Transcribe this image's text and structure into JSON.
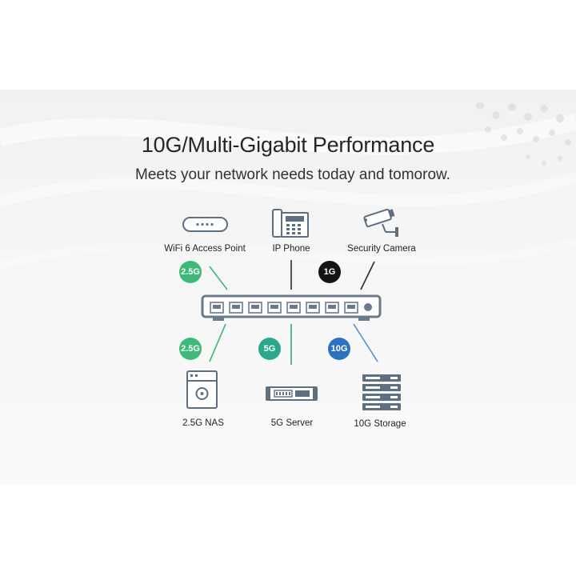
{
  "title": "10G/Multi-Gigabit Performance",
  "subtitle": "Meets your network needs today and tomorow.",
  "devices_top": [
    {
      "label": "WiFi 6 Access Point",
      "icon": "access-point-icon"
    },
    {
      "label": "IP Phone",
      "icon": "ip-phone-icon"
    },
    {
      "label": "Security Camera",
      "icon": "security-camera-icon"
    }
  ],
  "devices_bottom": [
    {
      "label": "2.5G NAS",
      "icon": "nas-icon"
    },
    {
      "label": "5G Server",
      "icon": "server-icon"
    },
    {
      "label": "10G Storage",
      "icon": "storage-icon"
    }
  ],
  "badges": [
    {
      "text": "2.5G",
      "color": "#3dba78"
    },
    {
      "text": "1G",
      "color": "#141414"
    },
    {
      "text": "2.5G",
      "color": "#3dba78"
    },
    {
      "text": "5G",
      "color": "#2aa88c"
    },
    {
      "text": "10G",
      "color": "#2d72c0"
    }
  ],
  "colors": {
    "green_line": "#3dba78",
    "teal_line": "#2aa88c",
    "blue_line": "#4f8fd0",
    "dark_line": "#2b2b2b",
    "switch": "#6b7a8c"
  }
}
